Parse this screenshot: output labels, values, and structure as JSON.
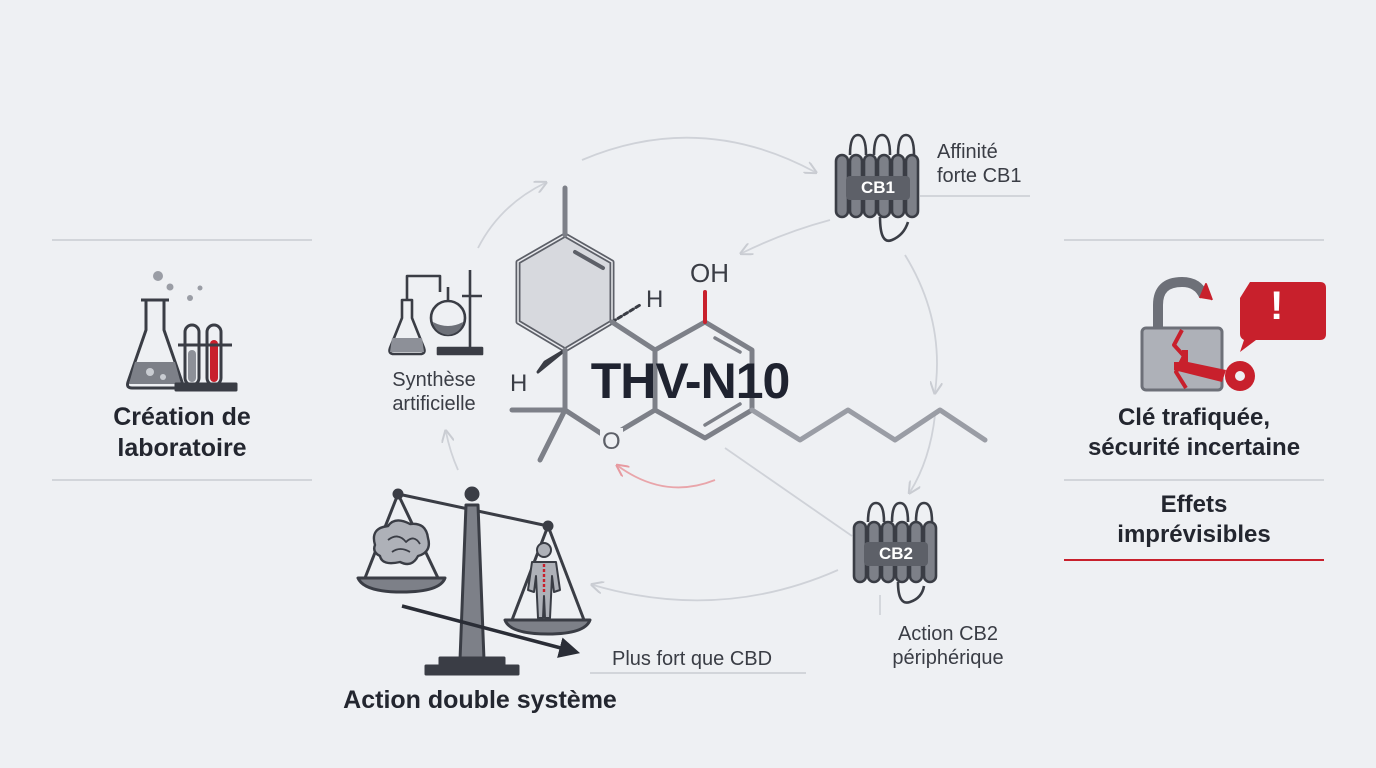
{
  "molecule": {
    "name": "THV-N10",
    "atom_oh": "OH",
    "atom_h_upper": "H",
    "atom_h_left": "H",
    "atom_o": "O"
  },
  "left_panel": {
    "title_line1": "Création de",
    "title_line2": "laboratoire",
    "icon": "lab-glassware-icon"
  },
  "synthesis": {
    "label_line1": "Synthèse",
    "label_line2": "artificielle",
    "icon": "distillation-flask-icon"
  },
  "cb1": {
    "badge": "CB1",
    "label_line1": "Affinité",
    "label_line2": "forte CB1",
    "icon": "receptor-icon"
  },
  "cb2": {
    "badge": "CB2",
    "label_line1": "Action CB2",
    "label_line2": "périphérique",
    "icon": "receptor-icon"
  },
  "balance": {
    "annotation": "Plus fort que CBD",
    "title": "Action double système",
    "icon": "scale-brain-body-icon"
  },
  "right_panel": {
    "title_line1": "Clé trafiquée,",
    "title_line2": "sécurité incertaine",
    "sub_line1": "Effets",
    "sub_line2": "imprévisibles",
    "alert_symbol": "!",
    "icon": "broken-padlock-key-icon"
  },
  "colors": {
    "accent_red": "#c8202c",
    "dark": "#2a2d36",
    "grey": "#6d7078",
    "background": "#eef0f3"
  }
}
